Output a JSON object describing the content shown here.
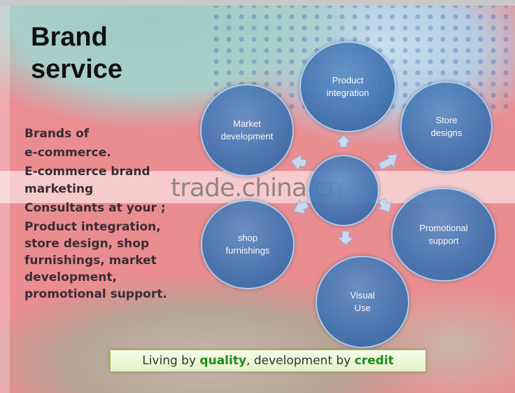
{
  "title_lines": [
    "Brand",
    "service"
  ],
  "description": {
    "line1": "Brands of",
    "line2": "e-commerce.",
    "line3": "E-commerce brand",
    "line4": "marketing",
    "line5": "Consultants at your ;",
    "line6": "Product integration,",
    "line7": "store design, shop",
    "line8": "furnishings, market",
    "line9": "development,",
    "line10": "promotional  support."
  },
  "watermark": "trade.china.cn",
  "cycle": {
    "center": "",
    "nodes": {
      "product": "Product\nintegration",
      "store": "Store\ndesigns",
      "promo": "Promotional\nsupport",
      "visual": "Visual\nUse",
      "shop": "shop\nfurnishings",
      "market": "Market\ndevelopment"
    }
  },
  "slogan": {
    "part1": "Living by ",
    "em1": "quality",
    "part2": ", development by ",
    "em2": "credit"
  },
  "colors": {
    "background": "#e58a8e",
    "circle": "#3f72b0",
    "slogan_emphasis": "#1f8a1f"
  }
}
